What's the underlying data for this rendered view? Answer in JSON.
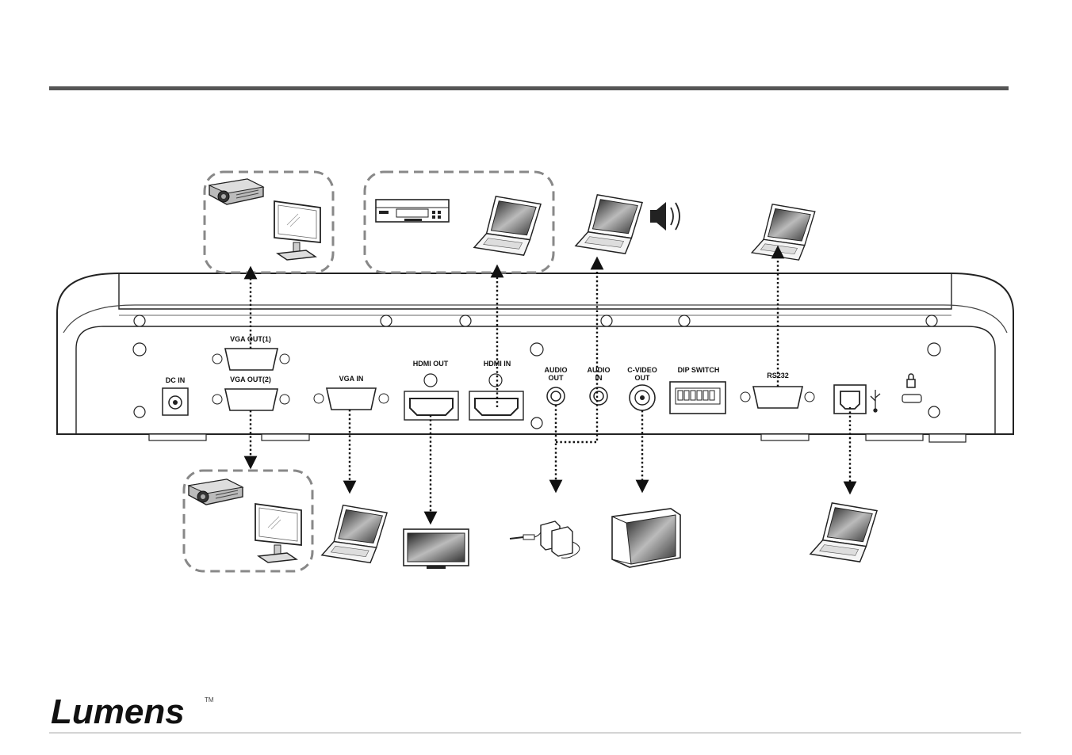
{
  "ports": {
    "dc_in": "DC IN",
    "vga_out1": "VGA OUT(1)",
    "vga_out2": "VGA OUT(2)",
    "vga_in": "VGA IN",
    "hdmi_out": "HDMI OUT",
    "hdmi_in": "HDMI IN",
    "audio_out_l1": "AUDIO",
    "audio_out_l2": "OUT",
    "audio_in_l1": "AUDIO",
    "audio_in_l2": "IN",
    "cvideo_l1": "C-VIDEO",
    "cvideo_l2": "OUT",
    "dip_switch": "DIP SWITCH",
    "rs232": "RS232"
  },
  "footer": {
    "logo": "Lumens",
    "trademark": "TM"
  },
  "colors": {
    "rule": "#555555",
    "line": "#111111",
    "dash": "#888888"
  },
  "icons": [
    "projector-icon",
    "monitor-icon",
    "dvd-player-icon",
    "laptop-icon",
    "speaker-icon",
    "tv-icon",
    "crt-tv-icon",
    "audio-speakers-icon",
    "usb-icon",
    "lock-icon"
  ]
}
